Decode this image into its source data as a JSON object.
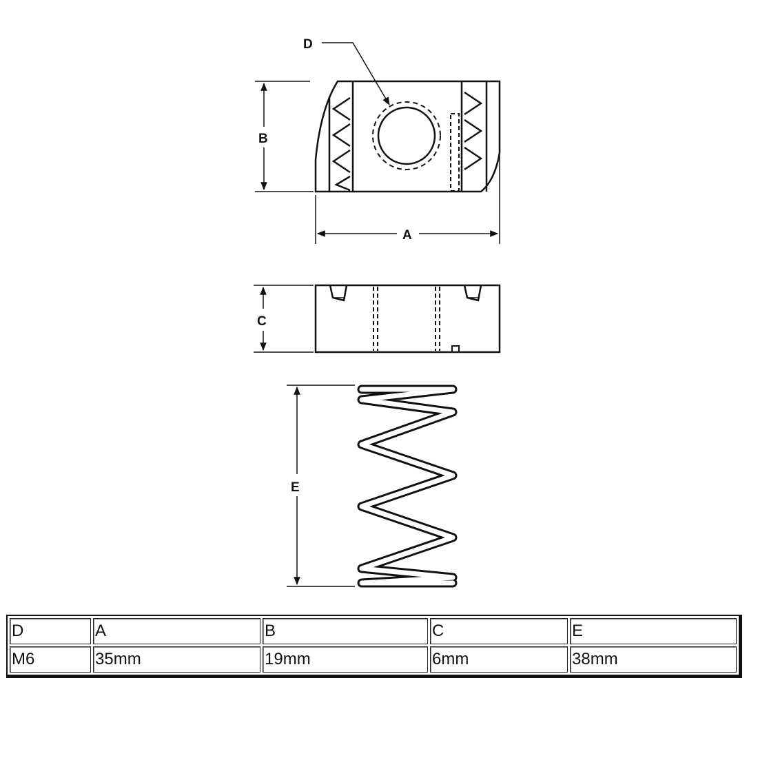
{
  "labels": {
    "d": "D",
    "a": "A",
    "b": "B",
    "c": "C",
    "e": "E"
  },
  "table": {
    "headers": [
      "D",
      "A",
      "B",
      "C",
      "E"
    ],
    "values": [
      "M6",
      "35mm",
      "19mm",
      "6mm",
      "38mm"
    ]
  }
}
